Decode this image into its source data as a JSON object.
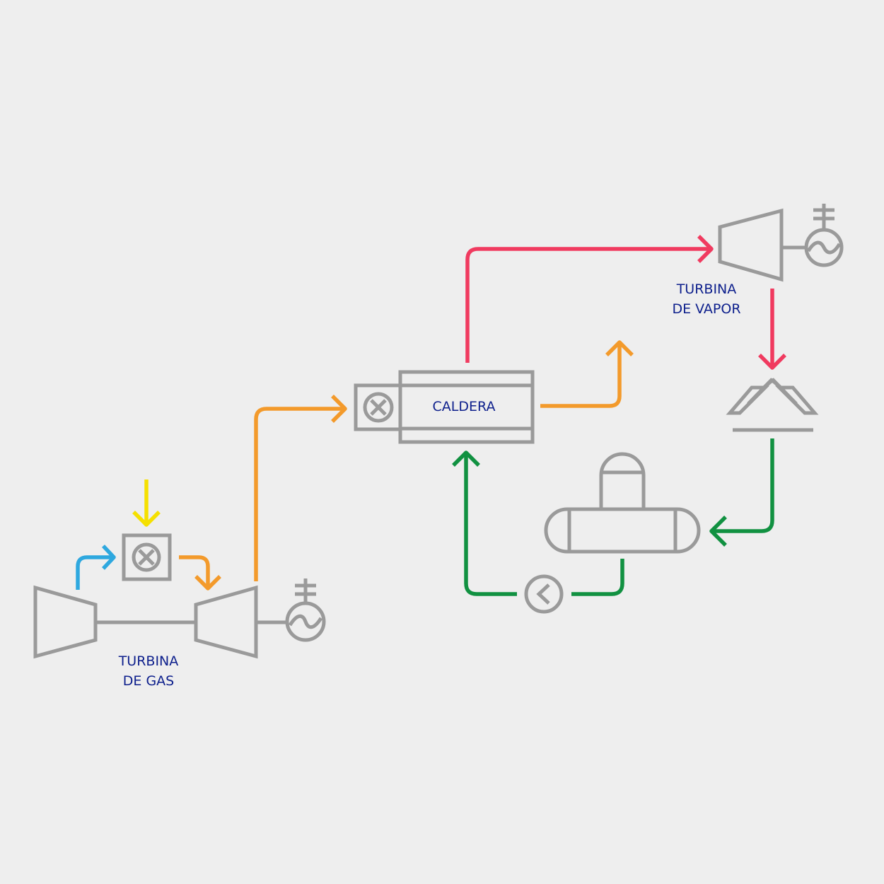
{
  "labels": {
    "gas_turbine_line1": "TURBINA",
    "gas_turbine_line2": "DE GAS",
    "steam_turbine_line1": "TURBINA",
    "steam_turbine_line2": "DE VAPOR",
    "boiler": "CALDERA"
  },
  "colors": {
    "background": "#eeeeee",
    "equipment": "#9a9a9a",
    "label_text": "#0d1f8c",
    "air_flow": "#2ea8df",
    "fuel_flow": "#f5e000",
    "exhaust_gas_flow": "#f39a2b",
    "steam_flow": "#f03a5f",
    "water_flow": "#119141"
  },
  "icons": [
    "compressor-icon",
    "gas-turbine-icon",
    "generator-icon",
    "combustor-icon",
    "boiler-icon",
    "steam-turbine-icon",
    "condenser-icon",
    "deaerator-tank-icon",
    "pump-icon"
  ]
}
